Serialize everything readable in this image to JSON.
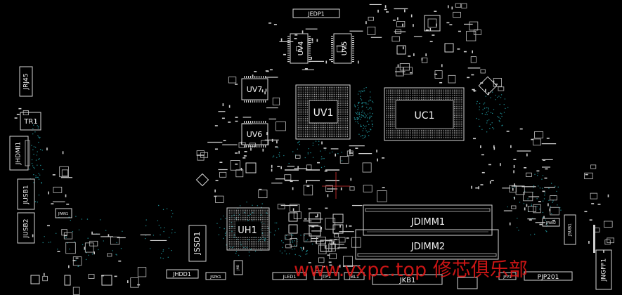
{
  "labels": {
    "jedp1": "JEDP1",
    "uv4": "UV4",
    "uv5": "UV5",
    "uv7": "UV7",
    "uv6": "UV6",
    "uv1": "UV1",
    "uc1": "UC1",
    "jrj45": "JRJ45",
    "tr1": "TR1",
    "jhdmi1": "JHDMI1",
    "jusb1": "JUSB1",
    "jusb2": "JUSB2",
    "jfan1": "JFAN1",
    "uh1": "UH1",
    "jssd1": "JSSD1",
    "jdimm1": "JDIMM1",
    "jdimm2": "JDIMM2",
    "jhdd1": "JHDD1",
    "jspk1": "JSPK1",
    "jled1": "JLED1",
    "jtp1": "JTP1",
    "jbl1": "JBL1",
    "jkb1": "JKB1",
    "jfp1": "JFP1",
    "pjp201": "PJP201",
    "jngff1": "JNGFF1",
    "jfan2": "JFAN2",
    "jsub1": "JSUB1",
    "jmb": "JMB"
  },
  "watermark": "www.vxpc.top 修芯俱乐部",
  "colors": {
    "background": "#000000",
    "outline": "#d6d6d6",
    "via": "#1f8f96",
    "watermark": "#e01818"
  }
}
